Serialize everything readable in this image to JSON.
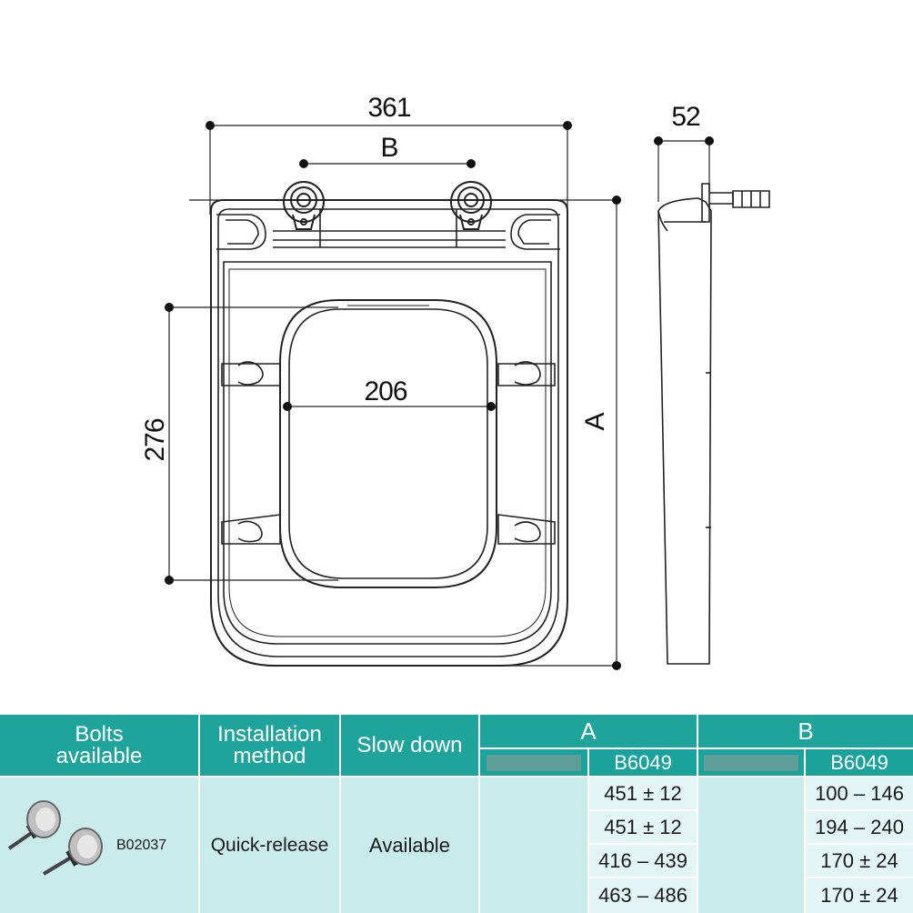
{
  "drawing": {
    "dim_width": "361",
    "dim_hinge": "B",
    "dim_inner_width": "206",
    "dim_inner_height": "276",
    "dim_length": "A",
    "dim_side": "52"
  },
  "table": {
    "headers": {
      "bolts": "Bolts available",
      "installation": "Installation method",
      "slow_down": "Slow down",
      "group_a": "A",
      "group_b": "B",
      "model_a": "B6049",
      "model_b": "B6049"
    },
    "bolt_code": "B02037",
    "installation": "Quick-release",
    "slow_down": "Available",
    "rows": [
      {
        "a": "451 ± 12",
        "b": "100 – 146"
      },
      {
        "a": "451 ± 12",
        "b": "194 – 240"
      },
      {
        "a": "416 – 439",
        "b": "170 ± 24"
      },
      {
        "a": "463 – 486",
        "b": "170 ± 24"
      }
    ],
    "colors": {
      "header": "#1fa49c",
      "body": "#c9ecea",
      "value": "#e3f5f4"
    }
  }
}
